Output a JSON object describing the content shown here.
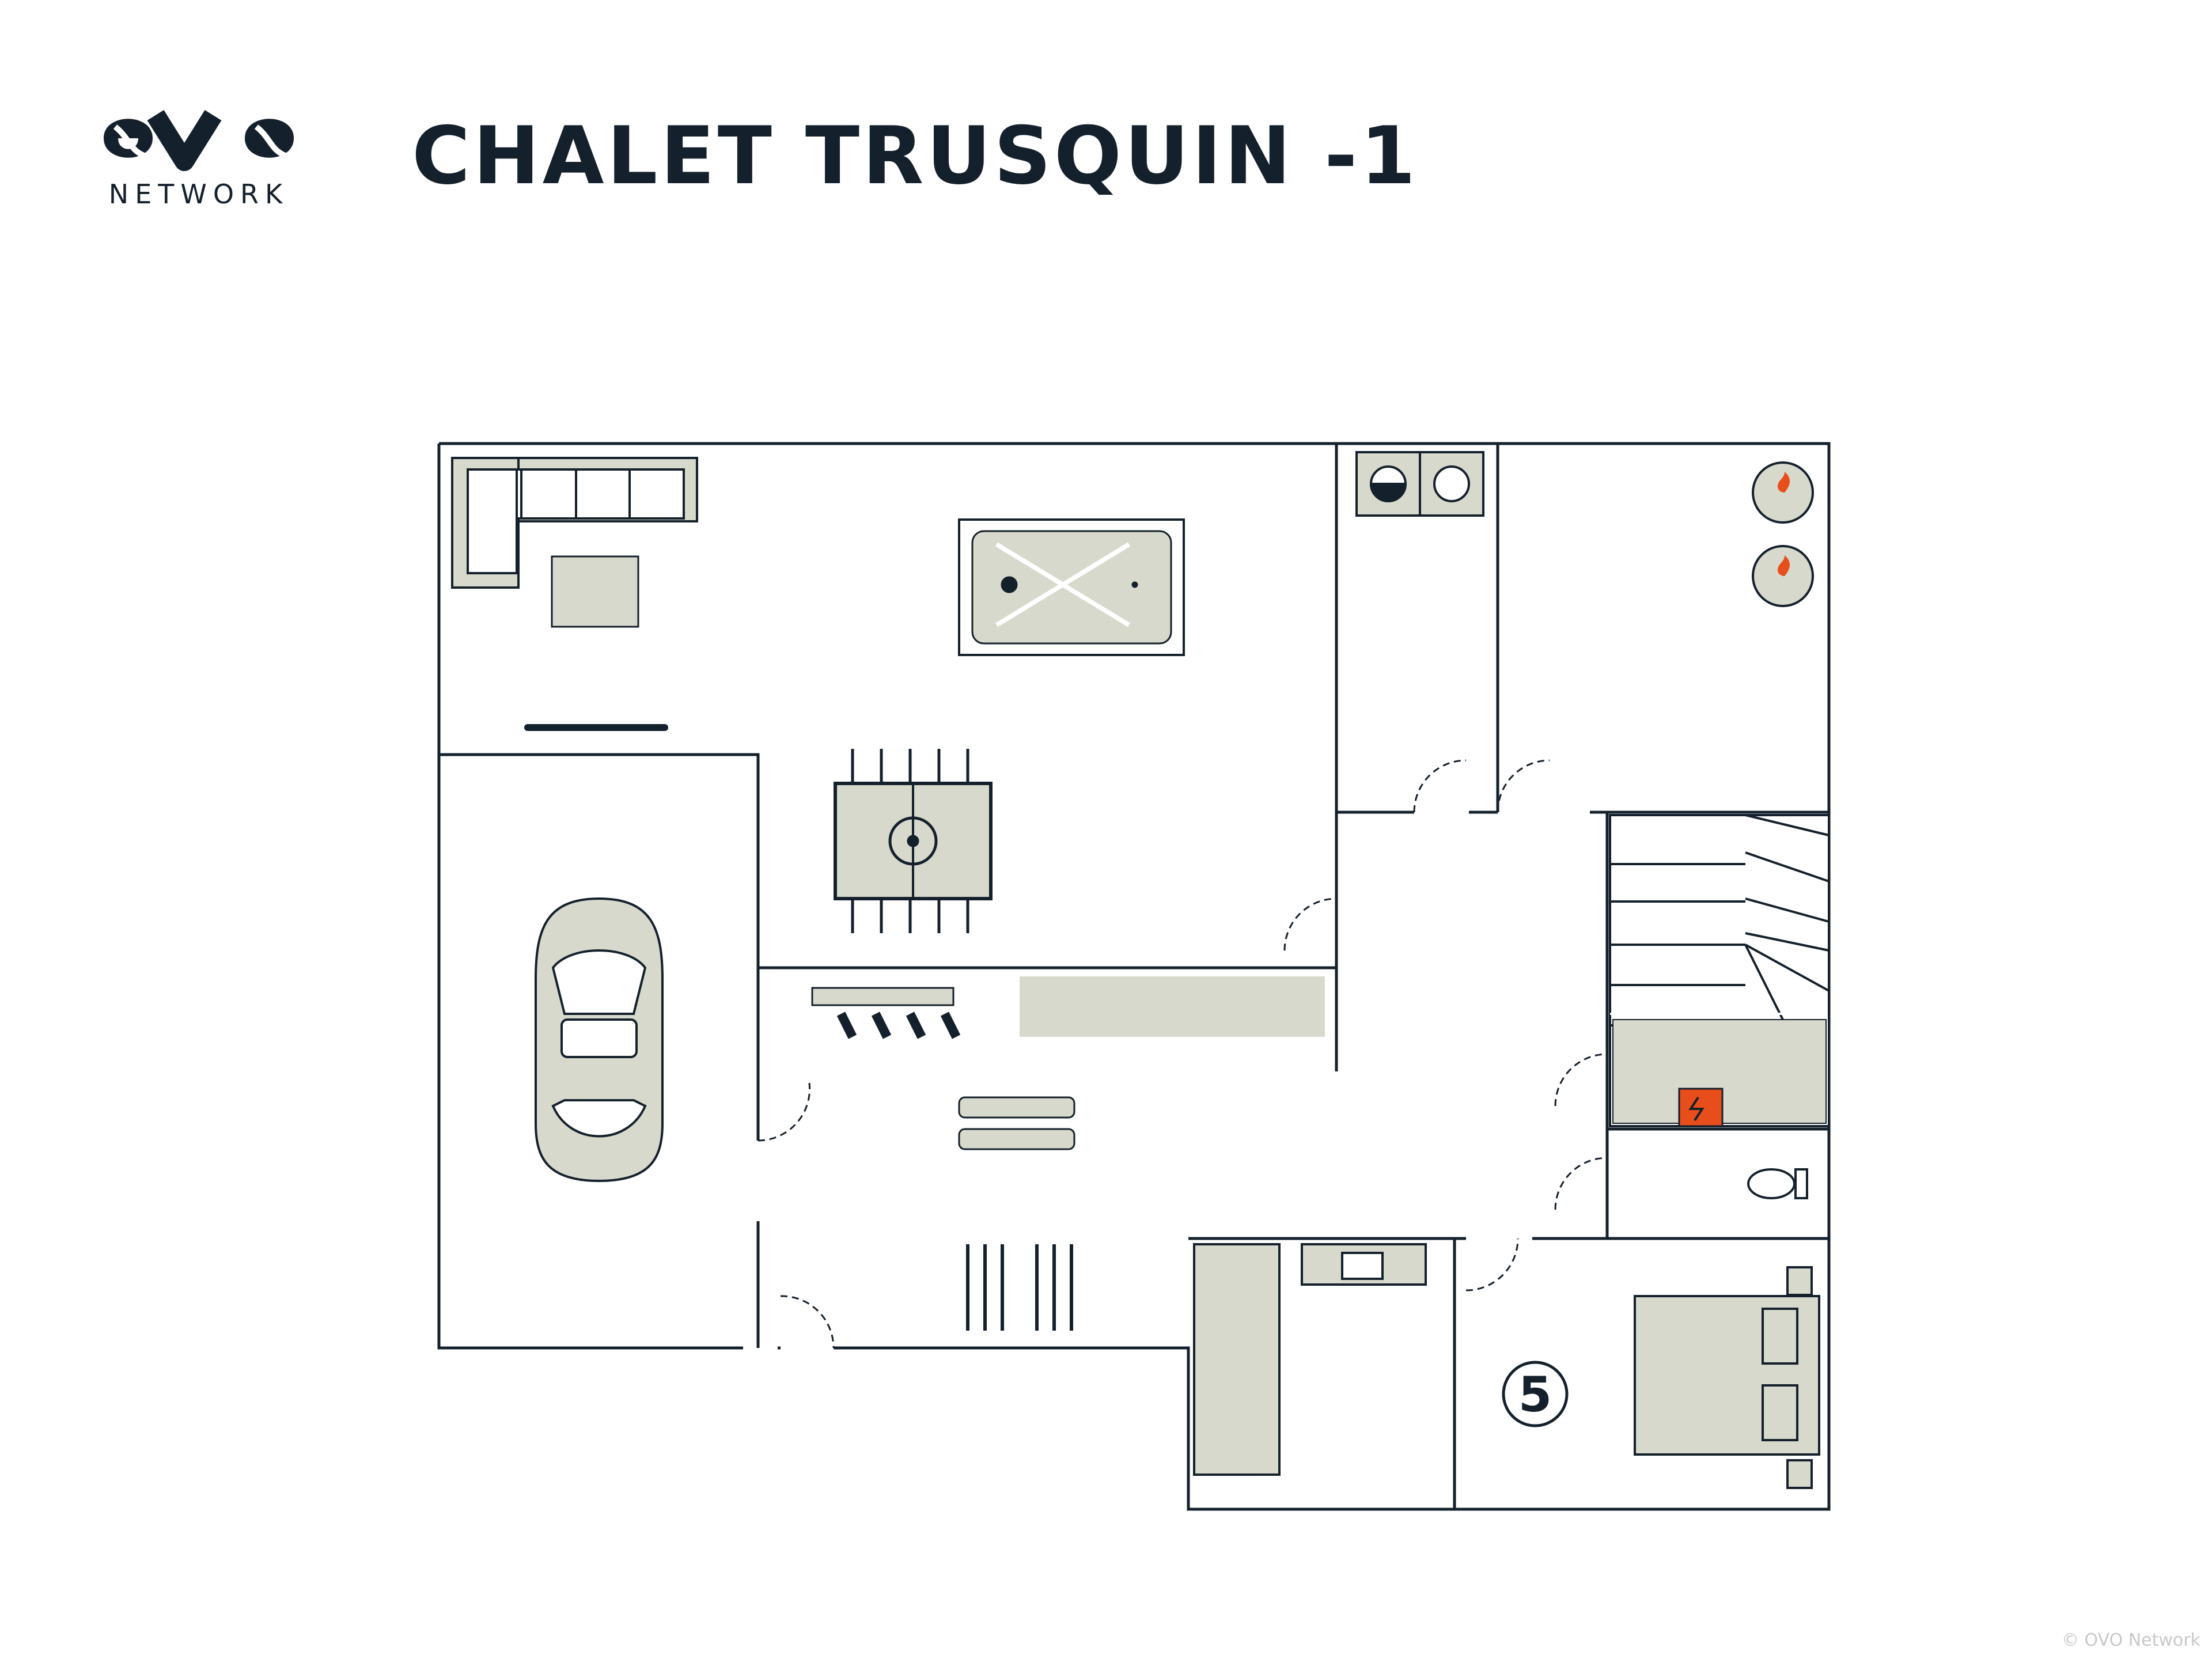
{
  "brand": {
    "word": "NETWORK",
    "colors": {
      "ink": "#14202b",
      "fill": "#d8d9cd",
      "panel": "#e84e1b"
    }
  },
  "title": "CHALET TRUSQUIN -1",
  "room_number": "5",
  "copyright": "© OVO Network",
  "icons": [
    "sofa-icon",
    "pool-table-icon",
    "foosball-icon",
    "tv-icon",
    "car-icon",
    "washer-icon",
    "dryer-icon",
    "boiler-icon",
    "stairs-icon",
    "ski-boots-icon",
    "skis-icon",
    "bench-icon",
    "electric-panel-icon",
    "toilet-icon",
    "bathtub-icon",
    "sink-icon",
    "bed-icon"
  ]
}
